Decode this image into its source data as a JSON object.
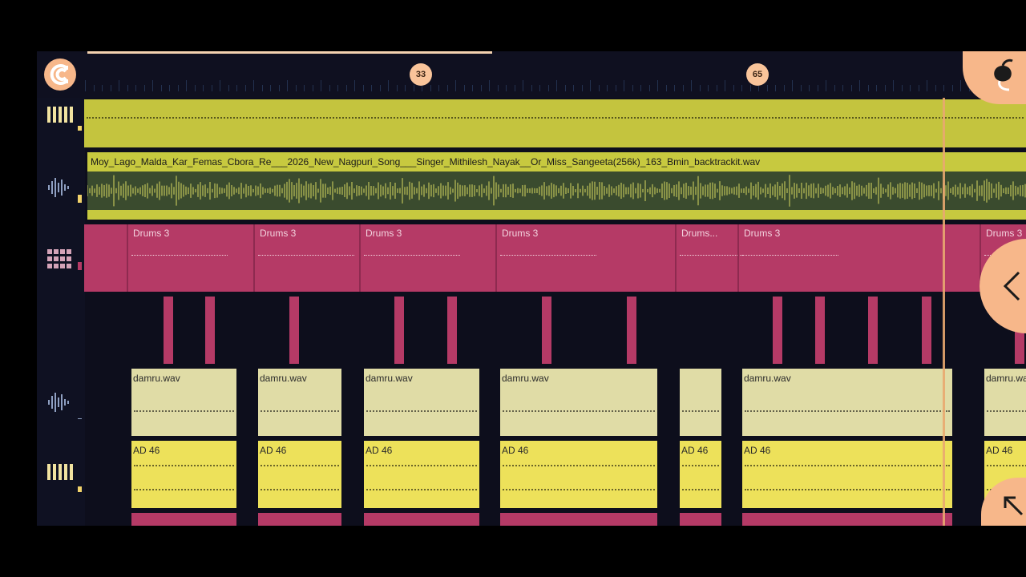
{
  "timeline": {
    "markers": [
      "33",
      "65"
    ]
  },
  "tracks": {
    "audio_track": {
      "clip_name": "Moy_Lago_Malda_Kar_Femas_Cbora_Re___2026_New_Nagpuri_Song___Singer_Mithilesh_Nayak__Or_Miss_Sangeeta(256k)_163_Bmin_backtrackit.wav"
    },
    "drums": {
      "labels": [
        "Drums 3",
        "Drums 3",
        "Drums 3",
        "Drums 3",
        "Drums...",
        "Drums 3",
        "Drums 3"
      ]
    },
    "damru": {
      "labels": [
        "damru.wav",
        "damru.wav",
        "damru.wav",
        "damru.wav",
        "",
        "damru.wav",
        "damru.wav"
      ]
    },
    "ad": {
      "labels": [
        "AD 46",
        "AD 46",
        "AD 46",
        "AD 46",
        "AD 46",
        "AD 46",
        "AD 46"
      ]
    }
  },
  "icons": {
    "magnet": "magnet-icon",
    "logo": "fl-fruit-icon",
    "back": "chevron-left-icon",
    "up": "arrow-up-left-icon",
    "piano": "piano-roll-icon",
    "waveform": "waveform-icon",
    "drum": "step-sequencer-icon"
  },
  "colors": {
    "accent": "#f7b78a",
    "pattern": "#c4c43e",
    "drum_clip": "#b53a66",
    "damru_clip": "#e0dca6",
    "ad_clip": "#ede15a",
    "background": "#0d0e1c"
  }
}
